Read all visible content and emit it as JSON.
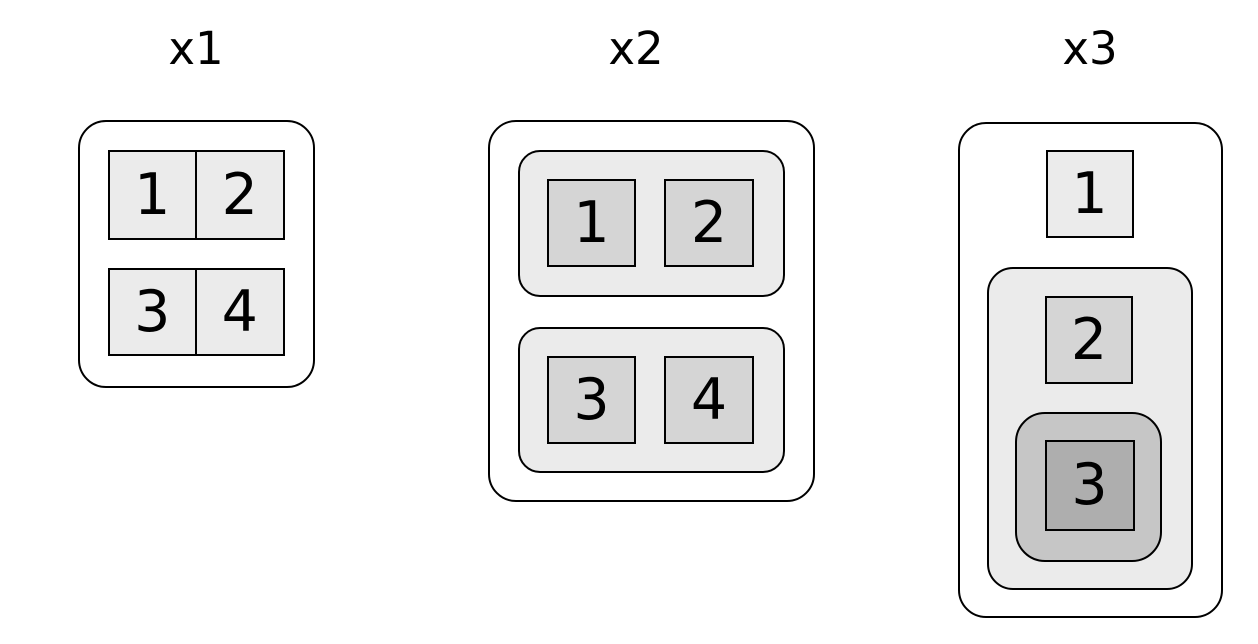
{
  "diagram": {
    "figures": [
      {
        "label": "x1",
        "cells": [
          "1",
          "2",
          "3",
          "4"
        ]
      },
      {
        "label": "x2",
        "groups": [
          {
            "cells": [
              "1",
              "2"
            ]
          },
          {
            "cells": [
              "3",
              "4"
            ]
          }
        ]
      },
      {
        "label": "x3",
        "cells": [
          "1",
          "2",
          "3"
        ]
      }
    ],
    "colors": {
      "background": "#ffffff",
      "outline": "#000000",
      "fill_level_1": "#ebebeb",
      "fill_level_2": "#d5d5d5",
      "fill_level_3": "#c6c6c6",
      "fill_level_4": "#aeaeae"
    }
  }
}
